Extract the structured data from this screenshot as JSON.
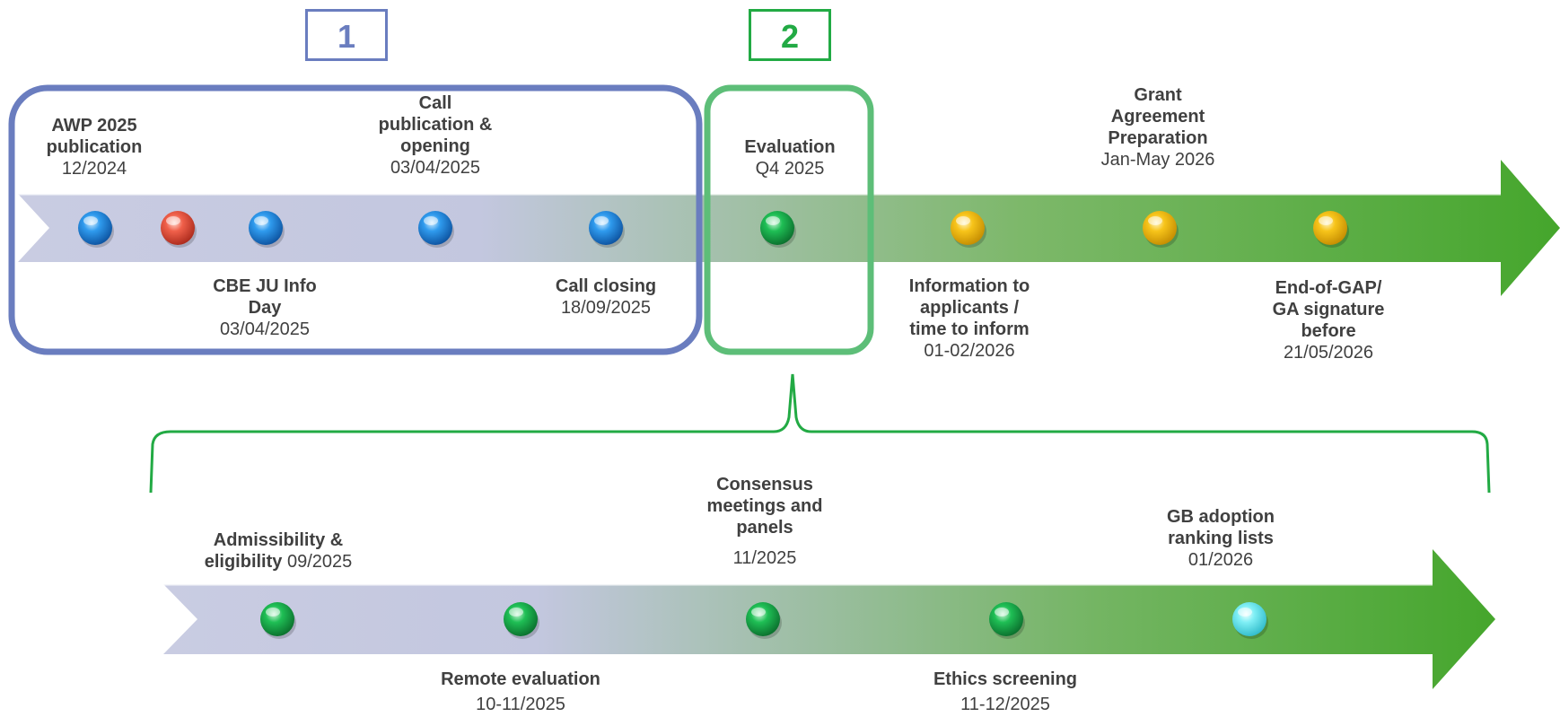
{
  "colors": {
    "phase1": "#6A7DBF",
    "phase2": "#5DBE78",
    "bracket": "#22AA44",
    "arrow_start": "#C5C9E0",
    "arrow_end": "#48A82E",
    "text": "#404040",
    "dot_blue": "#1E7FD8",
    "dot_red": "#E8503A",
    "dot_green": "#16A84A",
    "dot_yellow": "#F2B800",
    "dot_cyan": "#5BE4EE"
  },
  "phases": [
    {
      "label": "1"
    },
    {
      "label": "2"
    }
  ],
  "main_timeline": {
    "dots": [
      "blue",
      "red",
      "blue",
      "blue",
      "blue",
      "green",
      "yellow",
      "yellow",
      "yellow"
    ],
    "above": [
      {
        "lines": [
          "AWP 2025",
          "publication"
        ],
        "date": "12/2024"
      },
      {
        "lines": [
          "Call",
          "publication &",
          "opening"
        ],
        "date": "03/04/2025"
      },
      {
        "lines": [
          "Evaluation"
        ],
        "date": "Q4 2025"
      },
      {
        "lines": [
          "Grant",
          "Agreement",
          "Preparation"
        ],
        "date": "Jan-May 2026"
      }
    ],
    "below": [
      {
        "lines": [
          "CBE JU Info",
          "Day"
        ],
        "date": "03/04/2025"
      },
      {
        "lines": [
          "Call closing"
        ],
        "date": "18/09/2025"
      },
      {
        "lines": [
          "Information to",
          "applicants /",
          "time to inform"
        ],
        "date": "01-02/2026"
      },
      {
        "lines": [
          "End-of-GAP/",
          "GA signature",
          "before"
        ],
        "date": "21/05/2026"
      }
    ]
  },
  "evaluation_timeline": {
    "dots": [
      "green",
      "green",
      "green",
      "green",
      "cyan"
    ],
    "above": [
      {
        "lines": [
          "Admissibility &"
        ],
        "bold_inline": "eligibility",
        "date_inline": "09/2025"
      },
      {
        "lines": [
          "Consensus",
          "meetings and",
          "panels"
        ],
        "date": "11/2025"
      },
      {
        "lines": [
          "GB adoption",
          "ranking lists"
        ],
        "date": "01/2026"
      }
    ],
    "below": [
      {
        "lines": [
          "Remote evaluation"
        ],
        "date": "10-11/2025"
      },
      {
        "lines": [
          "Ethics screening"
        ],
        "date": "11-12/2025"
      }
    ]
  }
}
